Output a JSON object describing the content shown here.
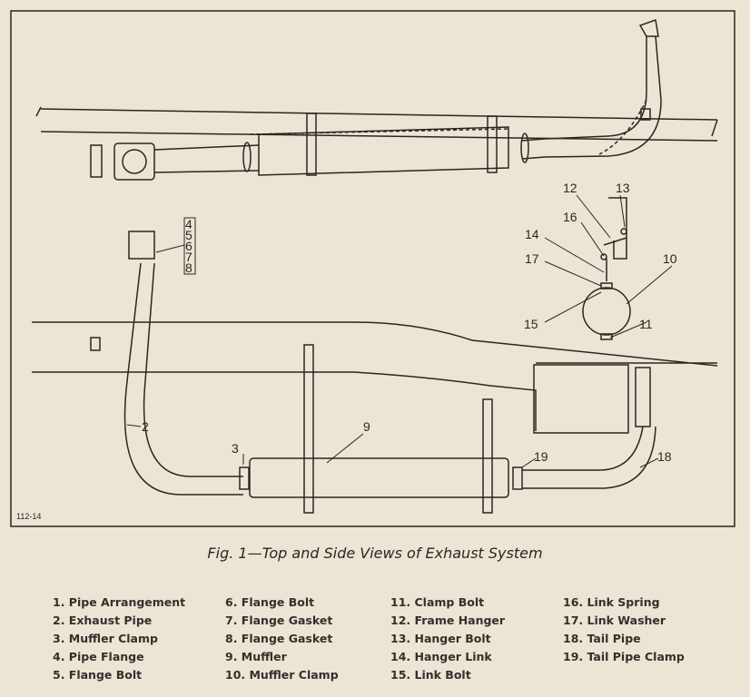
{
  "figure": {
    "drawing_code": "112-14",
    "callouts": {
      "c2": "2",
      "c3": "3",
      "c9": "9",
      "c18": "18",
      "c19": "19",
      "c4": "4",
      "c5": "5",
      "c6": "6",
      "c7": "7",
      "c8": "8",
      "c12": "12",
      "c13": "13",
      "c16": "16",
      "c14": "14",
      "c17": "17",
      "c10": "10",
      "c15": "15",
      "c11": "11"
    },
    "caption": "Fig. 1—Top and Side Views of Exhaust System"
  },
  "legend": {
    "col1": [
      "1. Pipe Arrangement",
      "2. Exhaust Pipe",
      "3. Muffler Clamp",
      "4. Pipe Flange",
      "5. Flange Bolt"
    ],
    "col2": [
      "6. Flange Bolt",
      "7. Flange Gasket",
      "8. Flange Gasket",
      "9. Muffler",
      "10. Muffler Clamp"
    ],
    "col3": [
      "11. Clamp Bolt",
      "12. Frame Hanger",
      "13. Hanger Bolt",
      "14. Hanger Link",
      "15. Link Bolt"
    ],
    "col4": [
      "16. Link Spring",
      "17. Link Washer",
      "18. Tail Pipe",
      "19. Tail Pipe Clamp"
    ]
  }
}
